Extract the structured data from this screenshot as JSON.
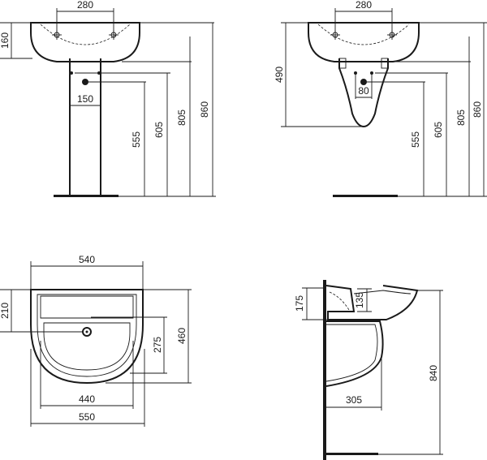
{
  "views": {
    "front_pedestal": {
      "dims": {
        "tap_spacing": "280",
        "basin_height": "160",
        "waste_offset": "150",
        "h_waste": "555",
        "h_outlet": "605",
        "h_rim_under": "805",
        "h_total": "860"
      }
    },
    "front_semipedestal": {
      "dims": {
        "tap_spacing": "280",
        "semi_drop": "490",
        "waste_offset": "80",
        "h_waste": "555",
        "h_outlet": "605",
        "h_rim_under": "805",
        "h_total": "860"
      }
    },
    "plan": {
      "dims": {
        "inner_width": "540",
        "rear_depth": "210",
        "waste_depth": "275",
        "total_depth": "460",
        "bottom_width": "440",
        "outer_width": "550"
      }
    },
    "side": {
      "dims": {
        "rim_height": "175",
        "bowl_depth": "135",
        "pedestal_height": "840",
        "pedestal_depth": "305"
      }
    }
  }
}
